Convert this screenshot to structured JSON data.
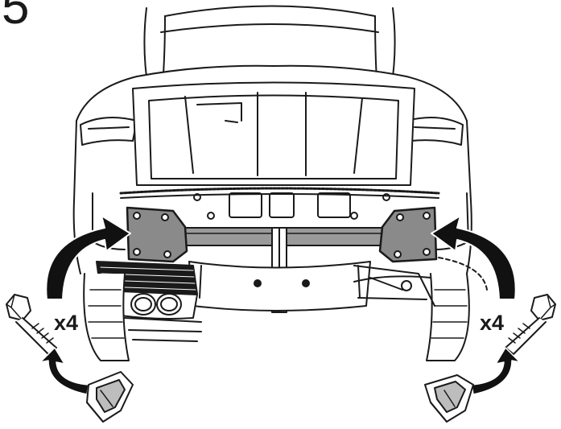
{
  "step": {
    "number": "5"
  },
  "callouts": {
    "left_quantity": "x4",
    "right_quantity": "x4"
  },
  "colors": {
    "line": "#1a1a1a",
    "bracket_fill": "#8a8a8a",
    "crossbar_fill": "#9a9a9a",
    "arrow_fill": "#111111",
    "background": "#ffffff"
  },
  "icons": [
    "bolt-icon",
    "install-arrow-icon",
    "bracket-cap-icon"
  ]
}
